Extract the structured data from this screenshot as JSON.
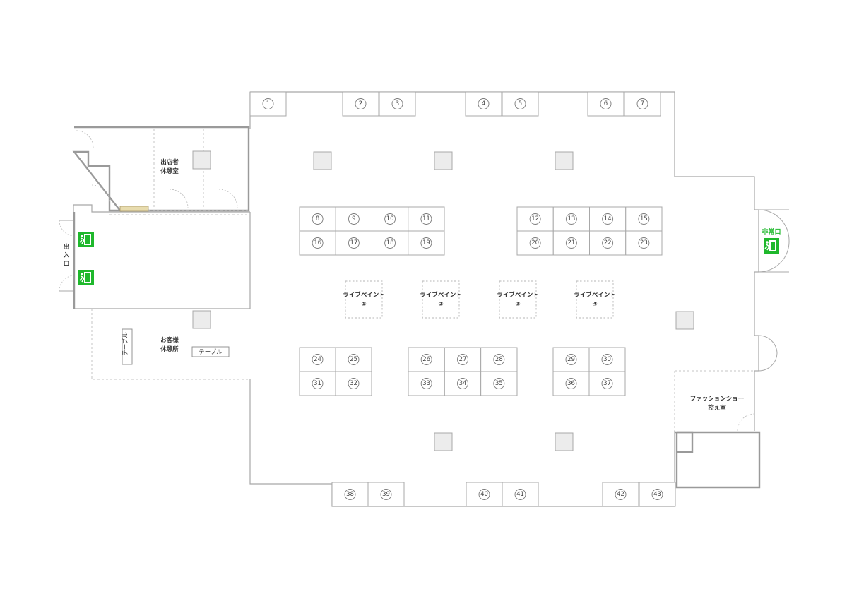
{
  "rooms": {
    "staff_rest": {
      "line1": "出店者",
      "line2": "休憩室"
    },
    "guest_rest": {
      "line1": "お客様",
      "line2": "休憩所"
    },
    "fashion_room": {
      "line1": "ファッションショー",
      "line2": "控え室"
    }
  },
  "entrance_label": "出入口",
  "emergency_exit_label": "非常口",
  "table_label": "テーブル",
  "live_paint": {
    "label": "ライブペイント",
    "spots": [
      "①",
      "②",
      "③",
      "④"
    ]
  },
  "booths": {
    "top_wall": [
      "1",
      "2",
      "3",
      "4",
      "5",
      "6",
      "7"
    ],
    "left_block": [
      "8",
      "9",
      "10",
      "11",
      "16",
      "17",
      "18",
      "19"
    ],
    "right_block": [
      "12",
      "13",
      "14",
      "15",
      "20",
      "21",
      "22",
      "23"
    ],
    "lower_left": [
      "24",
      "25",
      "31",
      "32"
    ],
    "lower_center": [
      "26",
      "27",
      "28",
      "33",
      "34",
      "35"
    ],
    "lower_right": [
      "29",
      "30",
      "36",
      "37"
    ],
    "bottom_wall": [
      "38",
      "39",
      "40",
      "41",
      "42",
      "43"
    ]
  },
  "colors": {
    "exit_sign": "#1fb82c",
    "pillar": "#ececec",
    "wall": "#a8a8a8"
  }
}
